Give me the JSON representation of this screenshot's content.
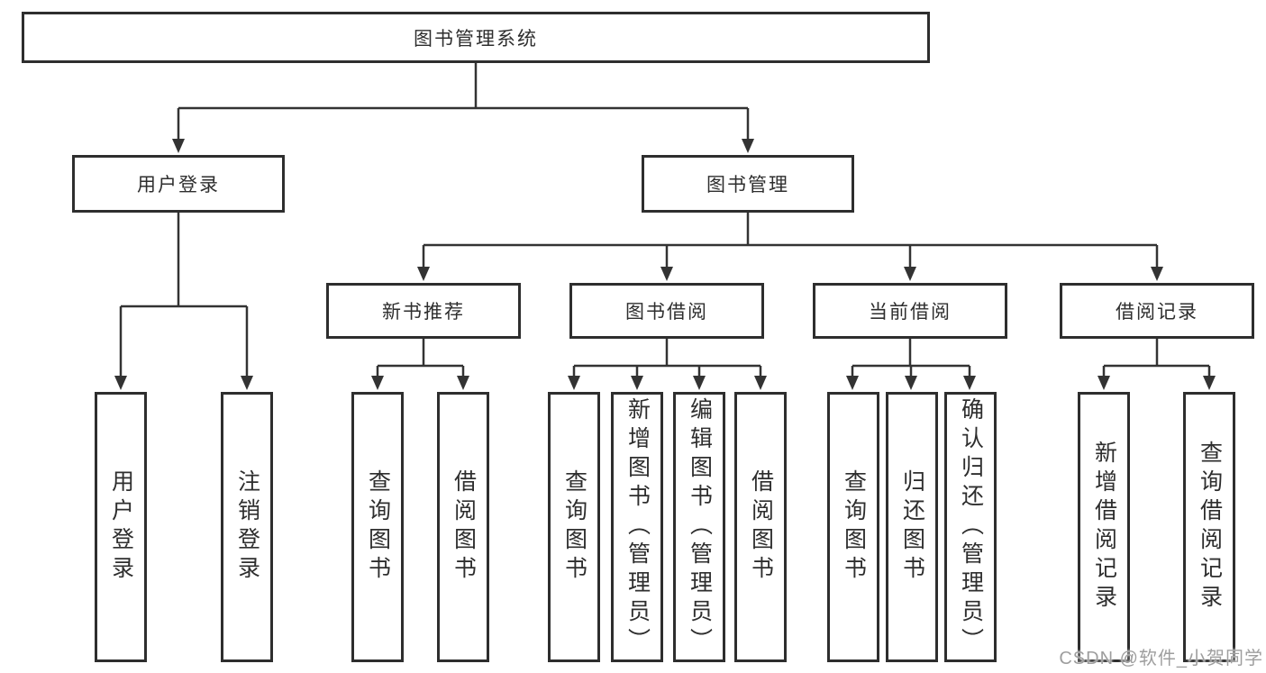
{
  "nodes": {
    "root": "图书管理系统",
    "user_login_group": "用户登录",
    "book_management": "图书管理",
    "new_book_recommend": "新书推荐",
    "book_borrowing": "图书借阅",
    "current_borrowing": "当前借阅",
    "borrowing_records": "借阅记录",
    "user_login": "用户登录",
    "logout_login": "注销登录",
    "recommend_query_books": "查询图书",
    "recommend_borrow_books": "借阅图书",
    "borrowing_query_books": "查询图书",
    "borrowing_add_books": "新增图书（管理员）",
    "borrowing_edit_books": "编辑图书（管理员）",
    "borrowing_borrow_books": "借阅图书",
    "current_query_books": "查询图书",
    "current_return_books": "归还图书",
    "current_confirm_return": "确认归还（管理员）",
    "records_add_record": "新增借阅记录",
    "records_query_record": "查询借阅记录"
  },
  "watermark": {
    "text": "CSDN @软件_小贺同学",
    "color": "#9e9e9e"
  },
  "colors": {
    "line": "#333333",
    "border": "#2e2e2e",
    "text": "#2e2e2e",
    "background": "#ffffff"
  }
}
